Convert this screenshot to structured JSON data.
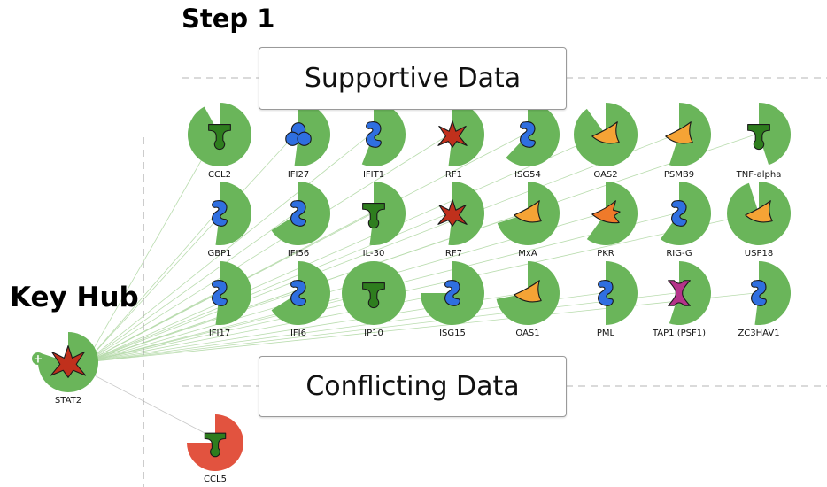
{
  "titles": {
    "step": "Step 1",
    "hub": "Key Hub"
  },
  "boxes": {
    "supportive": "Supportive Data",
    "conflicting": "Conflicting Data"
  },
  "colors": {
    "supportive_arc": "#6ab55a",
    "conflicting_arc": "#e2533f",
    "cytokine_green": "#2e7d1e",
    "isg_blue": "#2f6fe0",
    "transcription_red": "#c0301c",
    "enzyme_orange": "#f5a335",
    "kinase_orange": "#ef7a2a",
    "transporter_magenta": "#b5338a",
    "edge": "#b9dcae"
  },
  "hub": {
    "id": "STAT2",
    "label": "STAT2",
    "icon": "transcription-regulator-icon",
    "arc_fraction": 0.8,
    "expand_symbol": "+"
  },
  "genes": [
    {
      "id": "CCL2",
      "label": "CCL2",
      "icon": "cytokine-icon",
      "arc_fraction": 0.92
    },
    {
      "id": "IFI27",
      "label": "IFI27",
      "icon": "cluster-icon",
      "arc_fraction": 0.52
    },
    {
      "id": "IFIT1",
      "label": "IFIT1",
      "icon": "isg-icon",
      "arc_fraction": 0.56
    },
    {
      "id": "IRF1",
      "label": "IRF1",
      "icon": "transcription-regulator-icon",
      "arc_fraction": 0.52
    },
    {
      "id": "ISG54",
      "label": "ISG54",
      "icon": "isg-icon",
      "arc_fraction": 0.62
    },
    {
      "id": "OAS2",
      "label": "OAS2",
      "icon": "enzyme-icon",
      "arc_fraction": 0.9
    },
    {
      "id": "PSMB9",
      "label": "PSMB9",
      "icon": "enzyme-icon",
      "arc_fraction": 0.55
    },
    {
      "id": "TNF-alpha",
      "label": "TNF-alpha",
      "icon": "cytokine-icon",
      "arc_fraction": 0.45
    },
    {
      "id": "GBP1",
      "label": "GBP1",
      "icon": "isg-icon",
      "arc_fraction": 0.52
    },
    {
      "id": "IFI56",
      "label": "IFI56",
      "icon": "isg-icon",
      "arc_fraction": 0.66
    },
    {
      "id": "IL-30",
      "label": "IL-30",
      "icon": "cytokine-icon",
      "arc_fraction": 0.52
    },
    {
      "id": "IRF7",
      "label": "IRF7",
      "icon": "transcription-regulator-icon",
      "arc_fraction": 0.52
    },
    {
      "id": "MxA",
      "label": "MxA",
      "icon": "enzyme-icon",
      "arc_fraction": 0.7
    },
    {
      "id": "PKR",
      "label": "PKR",
      "icon": "kinase-icon",
      "arc_fraction": 0.6
    },
    {
      "id": "RIG-G",
      "label": "RIG-G",
      "icon": "isg-icon",
      "arc_fraction": 0.6
    },
    {
      "id": "USP18",
      "label": "USP18",
      "icon": "enzyme-icon",
      "arc_fraction": 0.95
    },
    {
      "id": "IFI17",
      "label": "IFI17",
      "icon": "isg-icon",
      "arc_fraction": 0.52
    },
    {
      "id": "IFI6",
      "label": "IFI6",
      "icon": "isg-icon",
      "arc_fraction": 0.66
    },
    {
      "id": "IP10",
      "label": "IP10",
      "icon": "cytokine-icon",
      "arc_fraction": 1.0
    },
    {
      "id": "ISG15",
      "label": "ISG15",
      "icon": "isg-icon",
      "arc_fraction": 0.75
    },
    {
      "id": "OAS1",
      "label": "OAS1",
      "icon": "enzyme-icon",
      "arc_fraction": 0.72
    },
    {
      "id": "PML",
      "label": "PML",
      "icon": "isg-icon",
      "arc_fraction": 0.5
    },
    {
      "id": "TAP1 (PSF1)",
      "label": "TAP1 (PSF1)",
      "icon": "transporter-icon",
      "arc_fraction": 0.55
    },
    {
      "id": "ZC3HAV1",
      "label": "ZC3HAV1",
      "icon": "isg-icon",
      "arc_fraction": 0.52
    }
  ],
  "conflicting_genes": [
    {
      "id": "CCL5",
      "label": "CCL5",
      "icon": "cytokine-icon",
      "arc_fraction": 0.75
    }
  ]
}
